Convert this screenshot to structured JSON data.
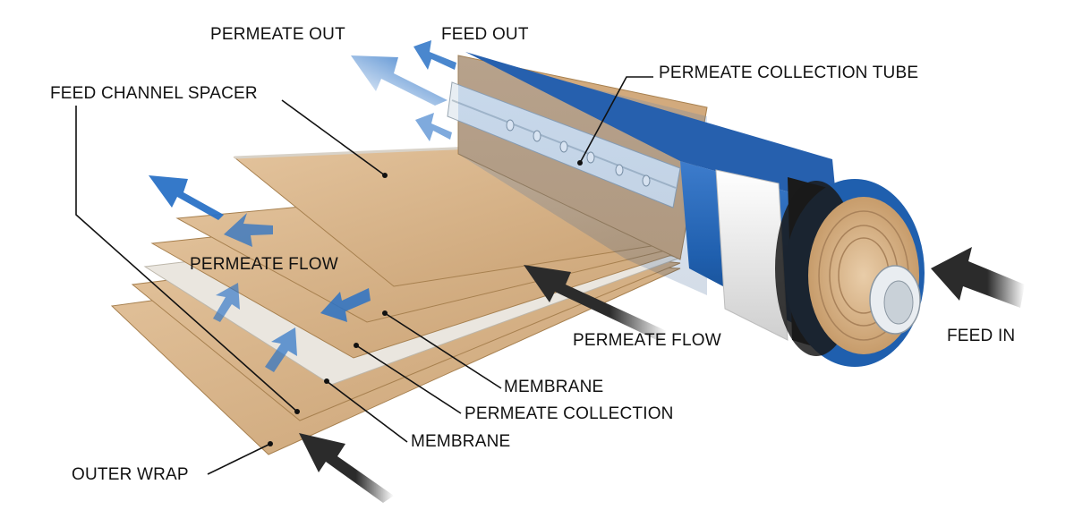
{
  "labels": {
    "permeate_out": "PERMEATE OUT",
    "feed_out": "FEED OUT",
    "permeate_collection_tube": "PERMEATE COLLECTION TUBE",
    "feed_channel_spacer": "FEED CHANNEL SPACER",
    "permeate_flow_left": "PERMEATE FLOW",
    "permeate_flow_center": "PERMEATE FLOW",
    "feed_in": "FEED IN",
    "membrane_upper": "MEMBRANE",
    "permeate_collection": "PERMEATE COLLECTION",
    "membrane_lower": "MEMBRANE",
    "outer_wrap": "OUTER WRAP"
  },
  "colors": {
    "membrane_tan": "#d9b48c",
    "membrane_edge": "#b8925f",
    "spacer_white": "#f4f1ec",
    "casing_blue": "#1f5fae",
    "band_black": "#1a1a1a",
    "flow_arrow_blue": "#2a72c6",
    "feed_arrow_dark": "#2b2b2b"
  }
}
